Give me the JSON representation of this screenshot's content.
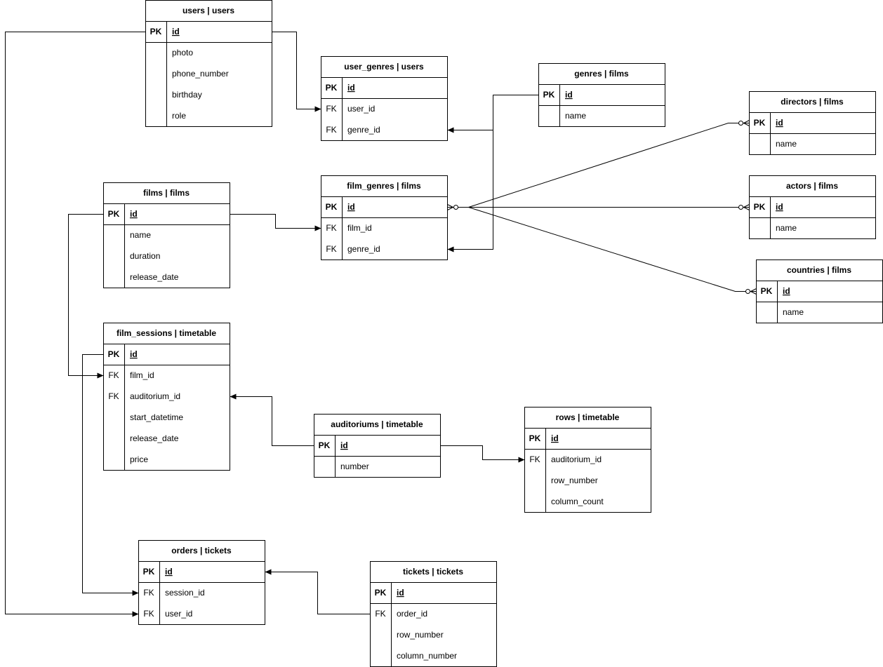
{
  "tables": [
    {
      "id": "users",
      "title": "users | users",
      "rows": [
        {
          "key": "PK",
          "field": "id"
        },
        {
          "key": "",
          "field": "photo"
        },
        {
          "key": "",
          "field": "phone_number"
        },
        {
          "key": "",
          "field": "birthday"
        },
        {
          "key": "",
          "field": "role"
        }
      ]
    },
    {
      "id": "user_genres",
      "title": "user_genres | users",
      "rows": [
        {
          "key": "PK",
          "field": "id"
        },
        {
          "key": "FK",
          "field": "user_id"
        },
        {
          "key": "FK",
          "field": "genre_id"
        }
      ]
    },
    {
      "id": "genres",
      "title": "genres | films",
      "rows": [
        {
          "key": "PK",
          "field": "id"
        },
        {
          "key": "",
          "field": "name"
        }
      ]
    },
    {
      "id": "directors",
      "title": "directors | films",
      "rows": [
        {
          "key": "PK",
          "field": "id"
        },
        {
          "key": "",
          "field": "name"
        }
      ]
    },
    {
      "id": "films",
      "title": "films | films",
      "rows": [
        {
          "key": "PK",
          "field": "id"
        },
        {
          "key": "",
          "field": "name"
        },
        {
          "key": "",
          "field": "duration"
        },
        {
          "key": "",
          "field": "release_date"
        }
      ]
    },
    {
      "id": "film_genres",
      "title": "film_genres | films",
      "rows": [
        {
          "key": "PK",
          "field": "id"
        },
        {
          "key": "FK",
          "field": "film_id"
        },
        {
          "key": "FK",
          "field": "genre_id"
        }
      ]
    },
    {
      "id": "actors",
      "title": "actors | films",
      "rows": [
        {
          "key": "PK",
          "field": "id"
        },
        {
          "key": "",
          "field": "name"
        }
      ]
    },
    {
      "id": "countries",
      "title": "countries | films",
      "rows": [
        {
          "key": "PK",
          "field": "id"
        },
        {
          "key": "",
          "field": "name"
        }
      ]
    },
    {
      "id": "film_sessions",
      "title": "film_sessions | timetable",
      "rows": [
        {
          "key": "PK",
          "field": "id"
        },
        {
          "key": "FK",
          "field": "film_id"
        },
        {
          "key": "FK",
          "field": "auditorium_id"
        },
        {
          "key": "",
          "field": "start_datetime"
        },
        {
          "key": "",
          "field": "release_date"
        },
        {
          "key": "",
          "field": "price"
        }
      ]
    },
    {
      "id": "auditoriums",
      "title": "auditoriums | timetable",
      "rows": [
        {
          "key": "PK",
          "field": "id"
        },
        {
          "key": "",
          "field": "number"
        }
      ]
    },
    {
      "id": "rows",
      "title": "rows | timetable",
      "rows": [
        {
          "key": "PK",
          "field": "id"
        },
        {
          "key": "FK",
          "field": "auditorium_id"
        },
        {
          "key": "",
          "field": "row_number"
        },
        {
          "key": "",
          "field": "column_count"
        }
      ]
    },
    {
      "id": "orders",
      "title": "orders | tickets",
      "rows": [
        {
          "key": "PK",
          "field": "id"
        },
        {
          "key": "FK",
          "field": "session_id"
        },
        {
          "key": "FK",
          "field": "user_id"
        }
      ]
    },
    {
      "id": "tickets",
      "title": "tickets | tickets",
      "rows": [
        {
          "key": "PK",
          "field": "id"
        },
        {
          "key": "FK",
          "field": "order_id"
        },
        {
          "key": "",
          "field": "row_number"
        },
        {
          "key": "",
          "field": "column_number"
        }
      ]
    }
  ],
  "relations": [
    {
      "from": "users.id",
      "to": "user_genres.user_id",
      "end": "arrow"
    },
    {
      "from": "genres.id",
      "to": "user_genres.genre_id",
      "end": "arrow"
    },
    {
      "from": "genres.id",
      "to": "film_genres.genre_id",
      "end": "arrow"
    },
    {
      "from": "films.id",
      "to": "film_genres.film_id",
      "end": "arrow"
    },
    {
      "from": "film_genres.id",
      "to": "directors.id",
      "end": "zero-or-many"
    },
    {
      "from": "film_genres.id",
      "to": "actors.id",
      "end": "zero-or-many"
    },
    {
      "from": "film_genres.id",
      "to": "countries.id",
      "end": "zero-or-many"
    },
    {
      "from": "films.id",
      "to": "film_sessions.film_id",
      "end": "arrow"
    },
    {
      "from": "auditoriums.id",
      "to": "film_sessions.auditorium_id",
      "end": "arrow"
    },
    {
      "from": "auditoriums.id",
      "to": "rows.auditorium_id",
      "end": "arrow"
    },
    {
      "from": "film_sessions.id",
      "to": "orders.session_id",
      "end": "arrow"
    },
    {
      "from": "users.id",
      "to": "orders.user_id",
      "end": "arrow"
    },
    {
      "from": "tickets.order_id",
      "to": "orders.id",
      "end": "arrow"
    }
  ]
}
